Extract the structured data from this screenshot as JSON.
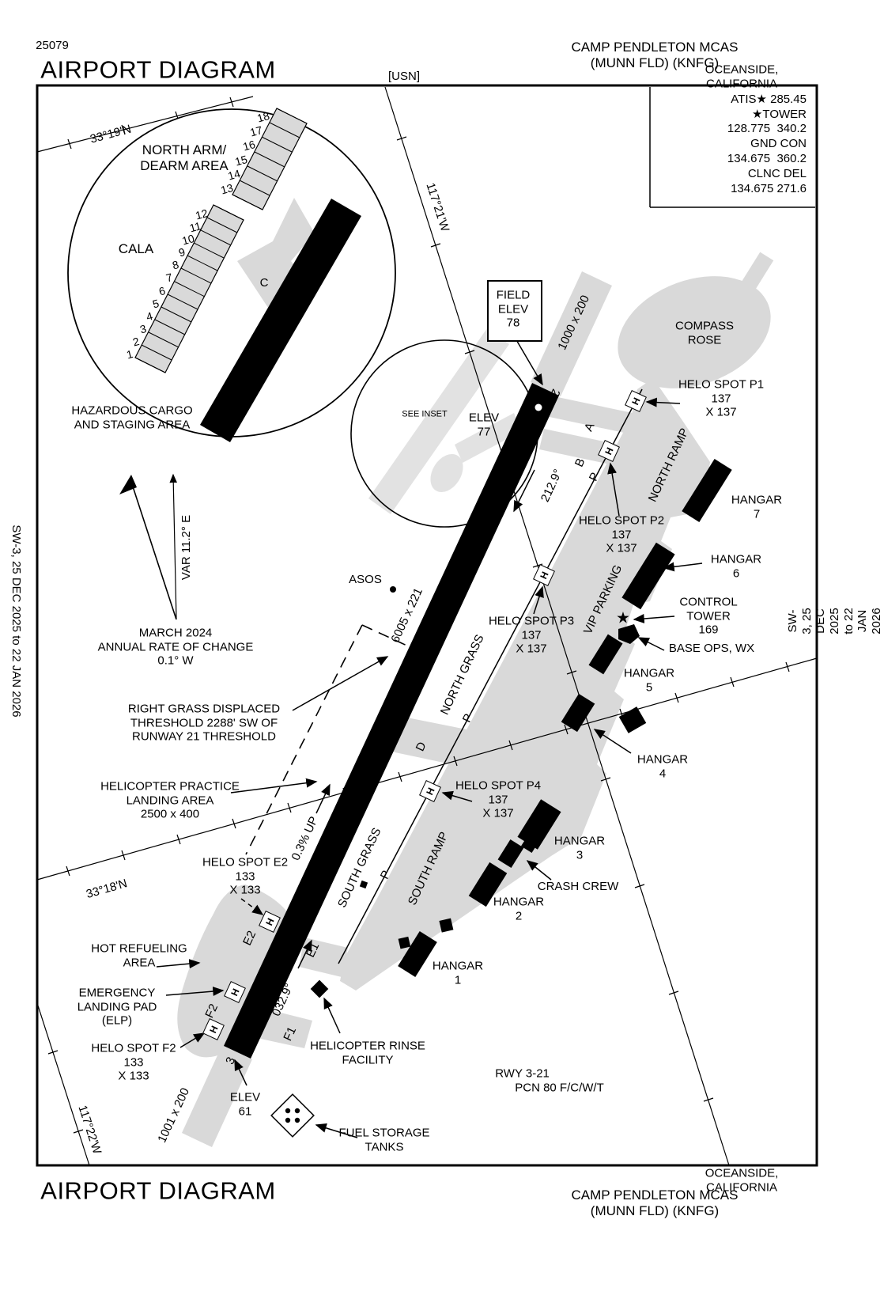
{
  "header": {
    "chart_number": "25079",
    "title": "AIRPORT DIAGRAM",
    "org": "[USN]",
    "airport": "CAMP PENDLETON MCAS (MUNN FLD)  (KNFG)",
    "city": "OCEANSIDE, CALIFORNIA"
  },
  "footer": {
    "title": "AIRPORT DIAGRAM",
    "city": "OCEANSIDE, CALIFORNIA",
    "airport": "CAMP PENDLETON MCAS (MUNN FLD)  (KNFG)"
  },
  "comm": {
    "lines": [
      "ATIS★ 285.45",
      "★TOWER",
      "128.775  340.2",
      "GND CON",
      "134.675  360.2",
      "CLNC DEL",
      "134.675 271.6"
    ]
  },
  "margins": {
    "left": "SW-3,  25 DEC 2025  to  22 JAN 2026",
    "right": "SW-3,  25 DEC 2025  to  22 JAN 2026"
  },
  "graticule": {
    "lat19": "33°19'N",
    "lat18": "33°18'N",
    "lon21": "117°21'W",
    "lon22": "117°22'W"
  },
  "inset": {
    "title": "NORTH ARM/\nDEARM AREA",
    "cala": "CALA",
    "hazmat": "HAZARDOUS CARGO\nAND STAGING AREA",
    "stalls": [
      "1",
      "2",
      "3",
      "4",
      "5",
      "6",
      "7",
      "8",
      "9",
      "10",
      "11",
      "12",
      "13",
      "14",
      "15",
      "16",
      "17",
      "18"
    ]
  },
  "variation": {
    "arrow_label": "VAR 11.2° E",
    "note": "MARCH 2024\nANNUAL RATE OF CHANGE\n0.1° W"
  },
  "runway": {
    "field_elev_box": "FIELD\nELEV\n78",
    "elev21": "ELEV\n77",
    "elev61": "ELEV\n61",
    "num21": "21",
    "num3": "3",
    "dims": "6005 x 221",
    "overrun_north": "1000 x 200",
    "overrun_south": "1001 x 200",
    "hdg_sw": "212.9°",
    "hdg_ne": "032.9°",
    "slope": "0.3% UP",
    "info": "RWY 3-21\n      PCN 80 F/C/W/T",
    "displaced_note": "RIGHT GRASS DISPLACED\nTHRESHOLD 2288' SW OF\nRUNWAY 21 THRESHOLD"
  },
  "labels": {
    "see_inset": "SEE INSET",
    "compass_rose": "COMPASS\nROSE",
    "asos": "ASOS",
    "north_ramp": "NORTH RAMP",
    "south_ramp": "SOUTH RAMP",
    "vip_parking": "VIP PARKING",
    "north_grass": "NORTH GRASS",
    "south_grass": "SOUTH GRASS",
    "helipad_h": "H",
    "hangar7": "HANGAR\n7",
    "hangar6": "HANGAR\n6",
    "hangar5": "HANGAR\n5",
    "hangar4": "HANGAR\n4",
    "hangar3": "HANGAR\n3",
    "hangar2": "HANGAR\n2",
    "hangar1": "HANGAR\n1",
    "control_tower": "CONTROL\nTOWER\n169",
    "base_ops": "BASE OPS, WX",
    "crash_crew": "CRASH CREW",
    "helo_p1": "HELO SPOT P1\n137\nX 137",
    "helo_p2": "HELO SPOT P2\n137\nX 137",
    "helo_p3": "HELO SPOT P3\n137\nX 137",
    "helo_p4": "HELO SPOT P4\n137\nX 137",
    "helo_e2": "HELO SPOT E2\n133\nX 133",
    "helo_f2": "HELO SPOT F2\n133\nX 133",
    "practice_area": "HELICOPTER PRACTICE\nLANDING AREA\n2500 x 400",
    "hot_refuel": "HOT REFUELING\nAREA",
    "elp": "EMERGENCY\nLANDING PAD\n(ELP)",
    "rinse": "HELICOPTER RINSE\nFACILITY",
    "fuel_tanks": "FUEL STORAGE\nTANKS",
    "tower_star": "★"
  },
  "taxiways": {
    "a": "A",
    "b": "B",
    "c": "C",
    "d": "D",
    "p": "P",
    "e1": "E1",
    "e2": "E2",
    "f1": "F1",
    "f2": "F2"
  },
  "colors": {
    "ink": "#000000",
    "apron_gray": "#d9d9d9",
    "ghost_gray": "#e2e2e2"
  }
}
